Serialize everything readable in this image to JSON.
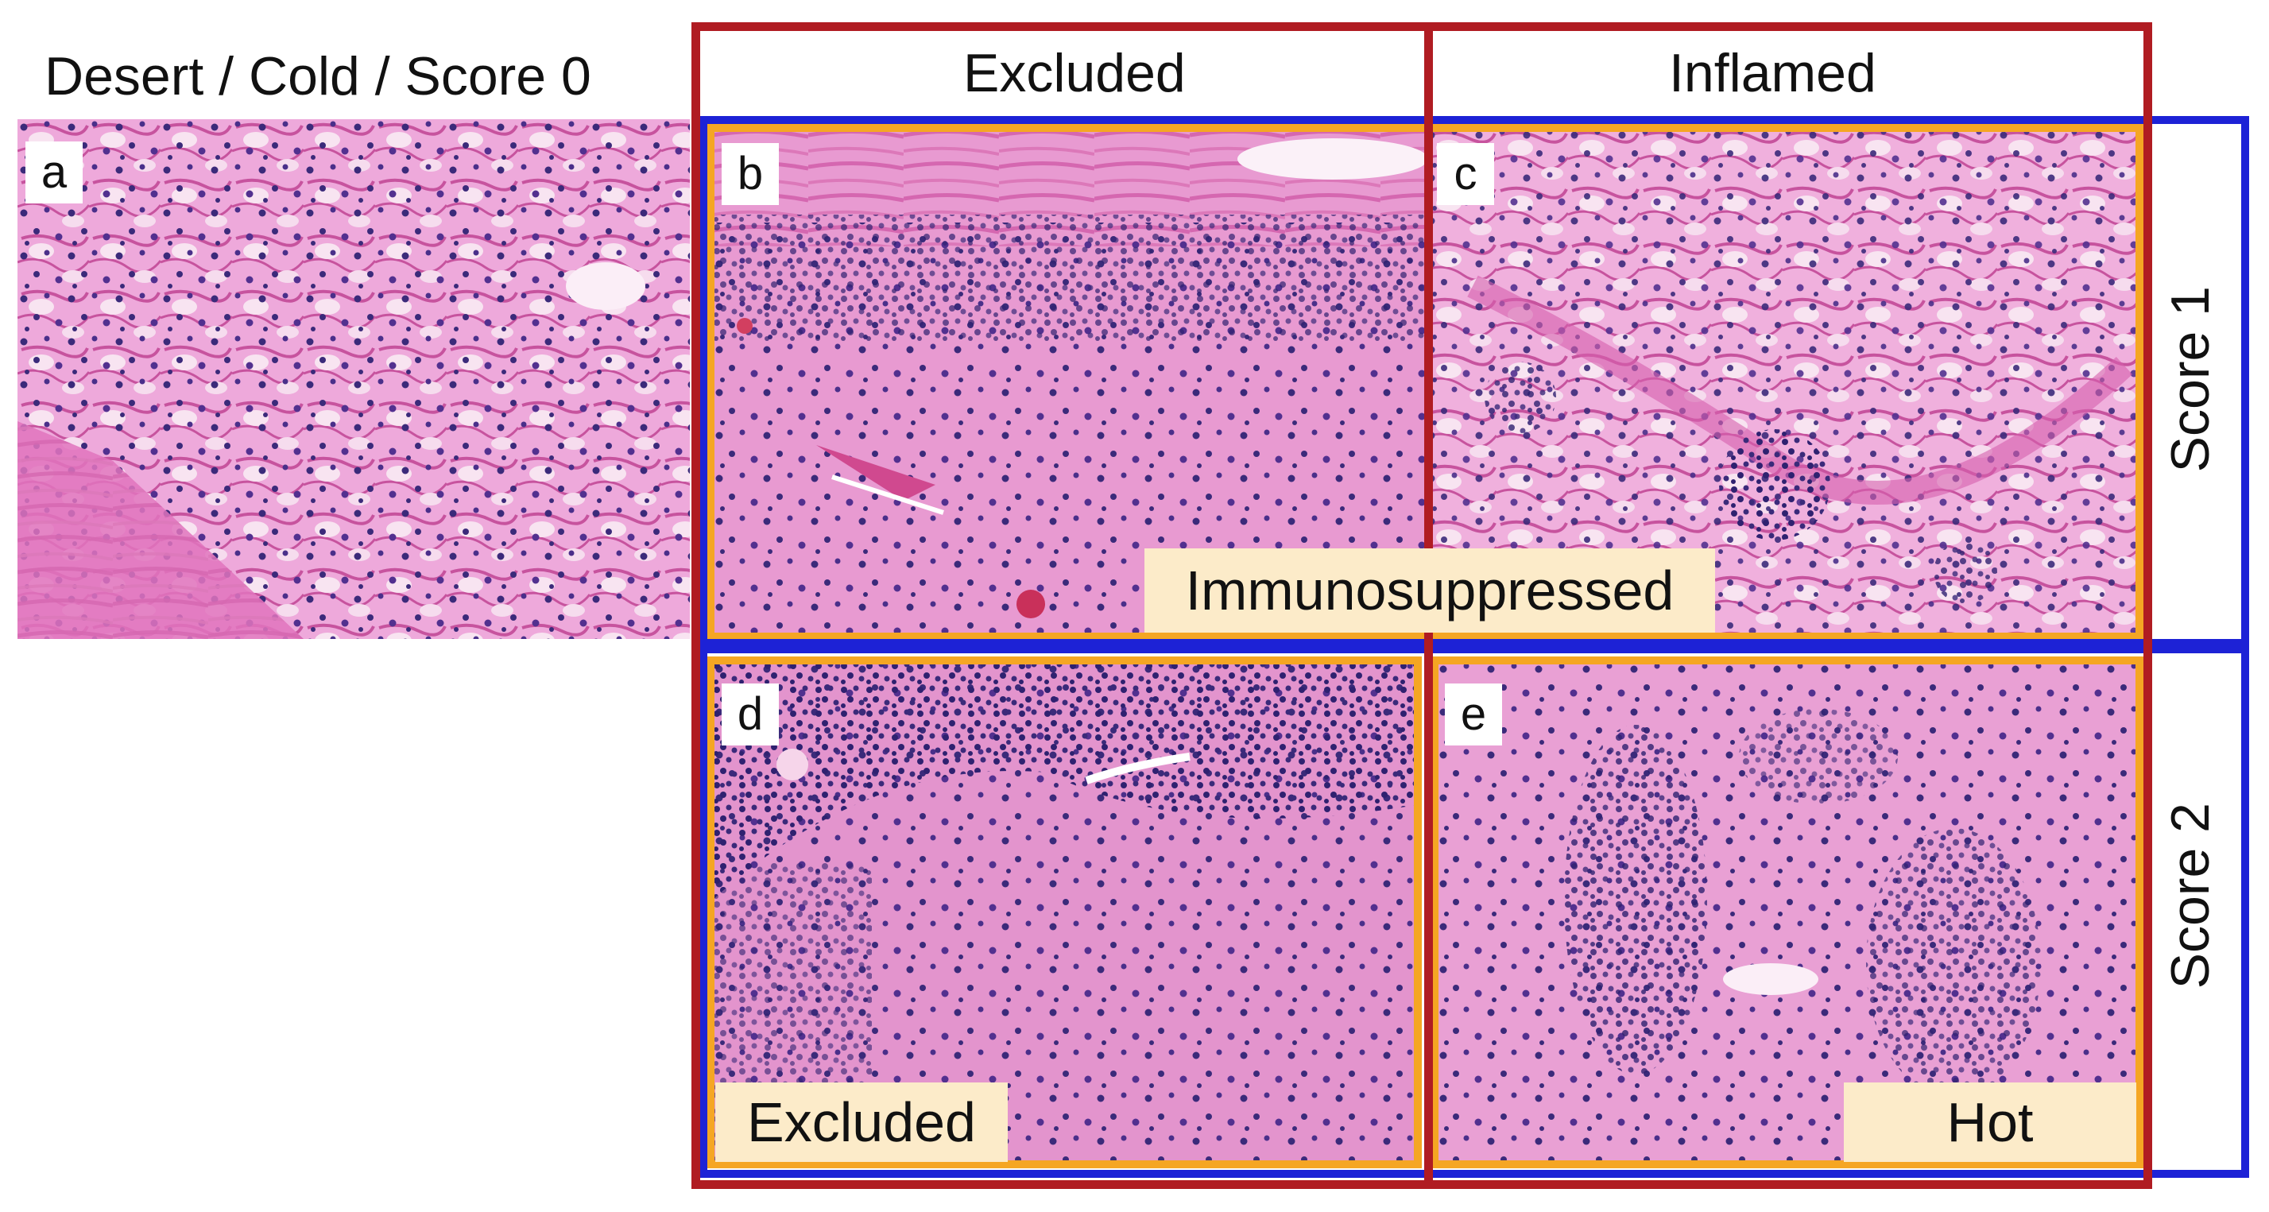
{
  "headers": {
    "desert": "Desert / Cold / Score 0",
    "excluded": "Excluded",
    "inflamed": "Inflamed"
  },
  "row_labels": {
    "score1": "Score 1",
    "score2": "Score 2"
  },
  "panels": {
    "a": "a",
    "b": "b",
    "c": "c",
    "d": "d",
    "e": "e"
  },
  "tags": {
    "immunosuppressed": "Immunosuppressed",
    "excluded": "Excluded",
    "hot": "Hot"
  },
  "colors": {
    "red_frame": "#b01c22",
    "blue_frame": "#1d22d6",
    "orange_frame": "#f5a623",
    "tag_background": "#fcebc9",
    "tissue_pink": "#e59ad0",
    "nucleus_purple": "#3b2a7a"
  }
}
